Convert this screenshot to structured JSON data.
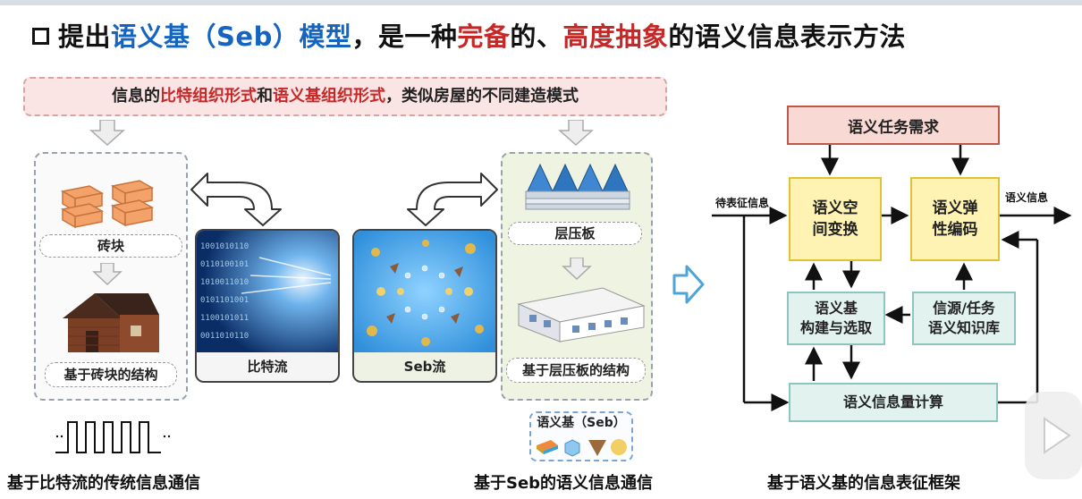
{
  "title": {
    "part1": "提出",
    "part2": "语义基（Seb）模型",
    "part3": "，是一种",
    "part4": "完备",
    "part5": "的、",
    "part6": "高度抽象",
    "part7": "的语义信息表示方法"
  },
  "banner": {
    "part1": "信息的",
    "part2": "比特组织形式",
    "part3": "和",
    "part4": "语义基组织形式",
    "part5": "，类似房屋的不同建造模式"
  },
  "left_panel": {
    "brick_label": "砖块",
    "structure_label": "基于砖块的结构"
  },
  "bitstream_label": "比特流",
  "sebstream_label": "Seb流",
  "right_panel": {
    "laminate_label": "层压板",
    "structure_label": "基于层压板的结构"
  },
  "seb_legend": "语义基（Seb）",
  "captions": {
    "left": "基于比特流的传统信息通信",
    "middle": "基于Seb的语义信息通信",
    "right": "基于语义基的信息表征框架"
  },
  "framework": {
    "task_demand": "语义任务需求",
    "input_label": "待表征信息",
    "output_label": "语义信息",
    "space_transform_l1": "语义空",
    "space_transform_l2": "间变换",
    "elastic_coding_l1": "语义弹",
    "elastic_coding_l2": "性编码",
    "seb_select_l1": "语义基",
    "seb_select_l2": "构建与选取",
    "knowledge_l1": "信源/任务",
    "knowledge_l2": "语义知识库",
    "info_measure": "语义信息量计算"
  },
  "colors": {
    "blue_highlight": "#1565c0",
    "red_highlight": "#c62828",
    "banner_bg": "#fbe4e4",
    "yellow_box": "#fff3b3",
    "teal_box": "#e2f2ef",
    "request_box": "#f8d9d4"
  }
}
